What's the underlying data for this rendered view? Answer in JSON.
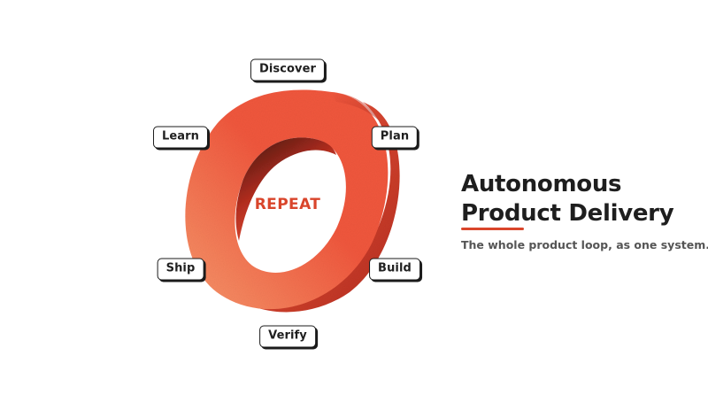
{
  "diagram": {
    "center_label": "REPEAT",
    "stages": [
      {
        "id": "discover",
        "label": "Discover"
      },
      {
        "id": "plan",
        "label": "Plan"
      },
      {
        "id": "build",
        "label": "Build"
      },
      {
        "id": "verify",
        "label": "Verify"
      },
      {
        "id": "ship",
        "label": "Ship"
      },
      {
        "id": "learn",
        "label": "Learn"
      }
    ]
  },
  "hero": {
    "title_line1": "Autonomous",
    "title_line2": "Product Delivery",
    "subtitle": "The whole product loop, as one system."
  },
  "colors": {
    "ring_light": "#f7966a",
    "ring_mid": "#f0573d",
    "ring_dark": "#b52e1f",
    "ring_inner_dark": "#3a1410",
    "accent": "#d9452b",
    "heading": "#1e1e1e",
    "body_text": "#555555"
  }
}
